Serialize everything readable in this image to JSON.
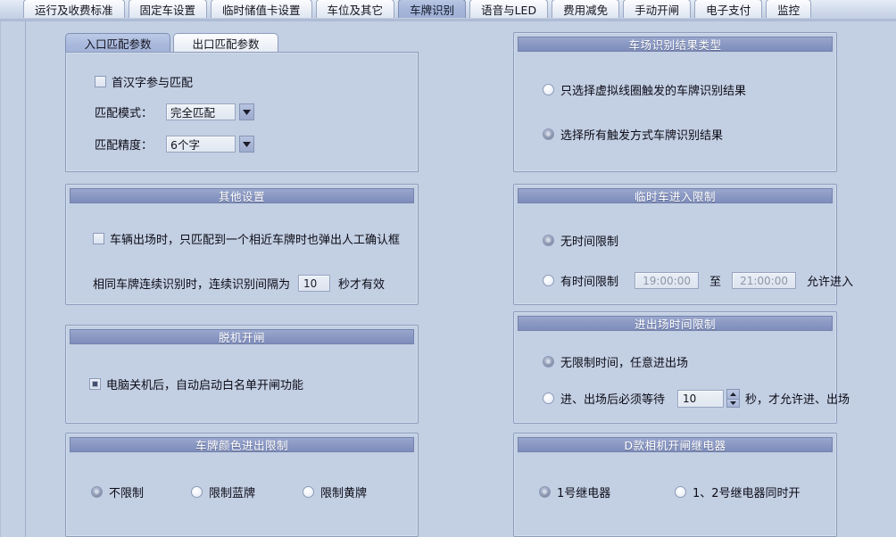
{
  "window": {
    "main_tabs": [
      {
        "label": "运行及收费标准",
        "selected": false
      },
      {
        "label": "固定车设置",
        "selected": false
      },
      {
        "label": "临时储值卡设置",
        "selected": false
      },
      {
        "label": "车位及其它",
        "selected": false
      },
      {
        "label": "车牌识别",
        "selected": true
      },
      {
        "label": "语音与LED",
        "selected": false
      },
      {
        "label": "费用减免",
        "selected": false
      },
      {
        "label": "手动开闸",
        "selected": false
      },
      {
        "label": "电子支付",
        "selected": false
      },
      {
        "label": "监控",
        "selected": false
      }
    ]
  },
  "match_params": {
    "tabs": [
      {
        "label": "入口匹配参数",
        "selected": true
      },
      {
        "label": "出口匹配参数",
        "selected": false
      }
    ],
    "first_char_checkbox": {
      "label": "首汉字参与匹配",
      "checked": false
    },
    "mode_label": "匹配模式：",
    "mode_value": "完全匹配",
    "precision_label": "匹配精度：",
    "precision_value": "6个字"
  },
  "other_settings": {
    "title": "其他设置",
    "exit_confirm_checkbox": {
      "label": "车辆出场时，只匹配到一个相近车牌时也弹出人工确认框",
      "checked": false
    },
    "interval_prefix": "相同车牌连续识别时，连续识别间隔为",
    "interval_value": "10",
    "interval_suffix": "秒才有效"
  },
  "offline_gate": {
    "title": "脱机开闸",
    "checkbox": {
      "label": "电脑关机后，自动启动白名单开闸功能",
      "checked": true
    }
  },
  "plate_color_limit": {
    "title": "车牌颜色进出限制",
    "options": [
      {
        "label": "不限制",
        "selected": true
      },
      {
        "label": "限制蓝牌",
        "selected": false
      },
      {
        "label": "限制黄牌",
        "selected": false
      }
    ]
  },
  "result_type": {
    "title": "车场识别结果类型",
    "options": [
      {
        "label": "只选择虚拟线圈触发的车牌识别结果",
        "selected": false
      },
      {
        "label": "选择所有触发方式车牌识别结果",
        "selected": true
      }
    ]
  },
  "temp_entry_limit": {
    "title": "临时车进入限制",
    "options": [
      {
        "label": "无时间限制",
        "selected": true
      },
      {
        "label": "有时间限制",
        "selected": false
      }
    ],
    "time_from": "19:00:00",
    "time_sep": "至",
    "time_to": "21:00:00",
    "time_suffix": "允许进入"
  },
  "inout_time_limit": {
    "title": "进出场时间限制",
    "options": [
      {
        "label": "无限制时间，任意进出场",
        "selected": true
      },
      {
        "label": "进、出场后必须等待",
        "selected": false
      }
    ],
    "wait_value": "10",
    "wait_suffix": "秒，才允许进、出场"
  },
  "camera_relay": {
    "title": "D款相机开闸继电器",
    "options": [
      {
        "label": "1号继电器",
        "selected": true
      },
      {
        "label": "1、2号继电器同时开",
        "selected": false
      }
    ]
  },
  "colors": {
    "background": "#c3cfe3",
    "caption_bar": "#8a98c3",
    "tab_selected": "#a6b6da",
    "border": "#8e9cbc"
  }
}
